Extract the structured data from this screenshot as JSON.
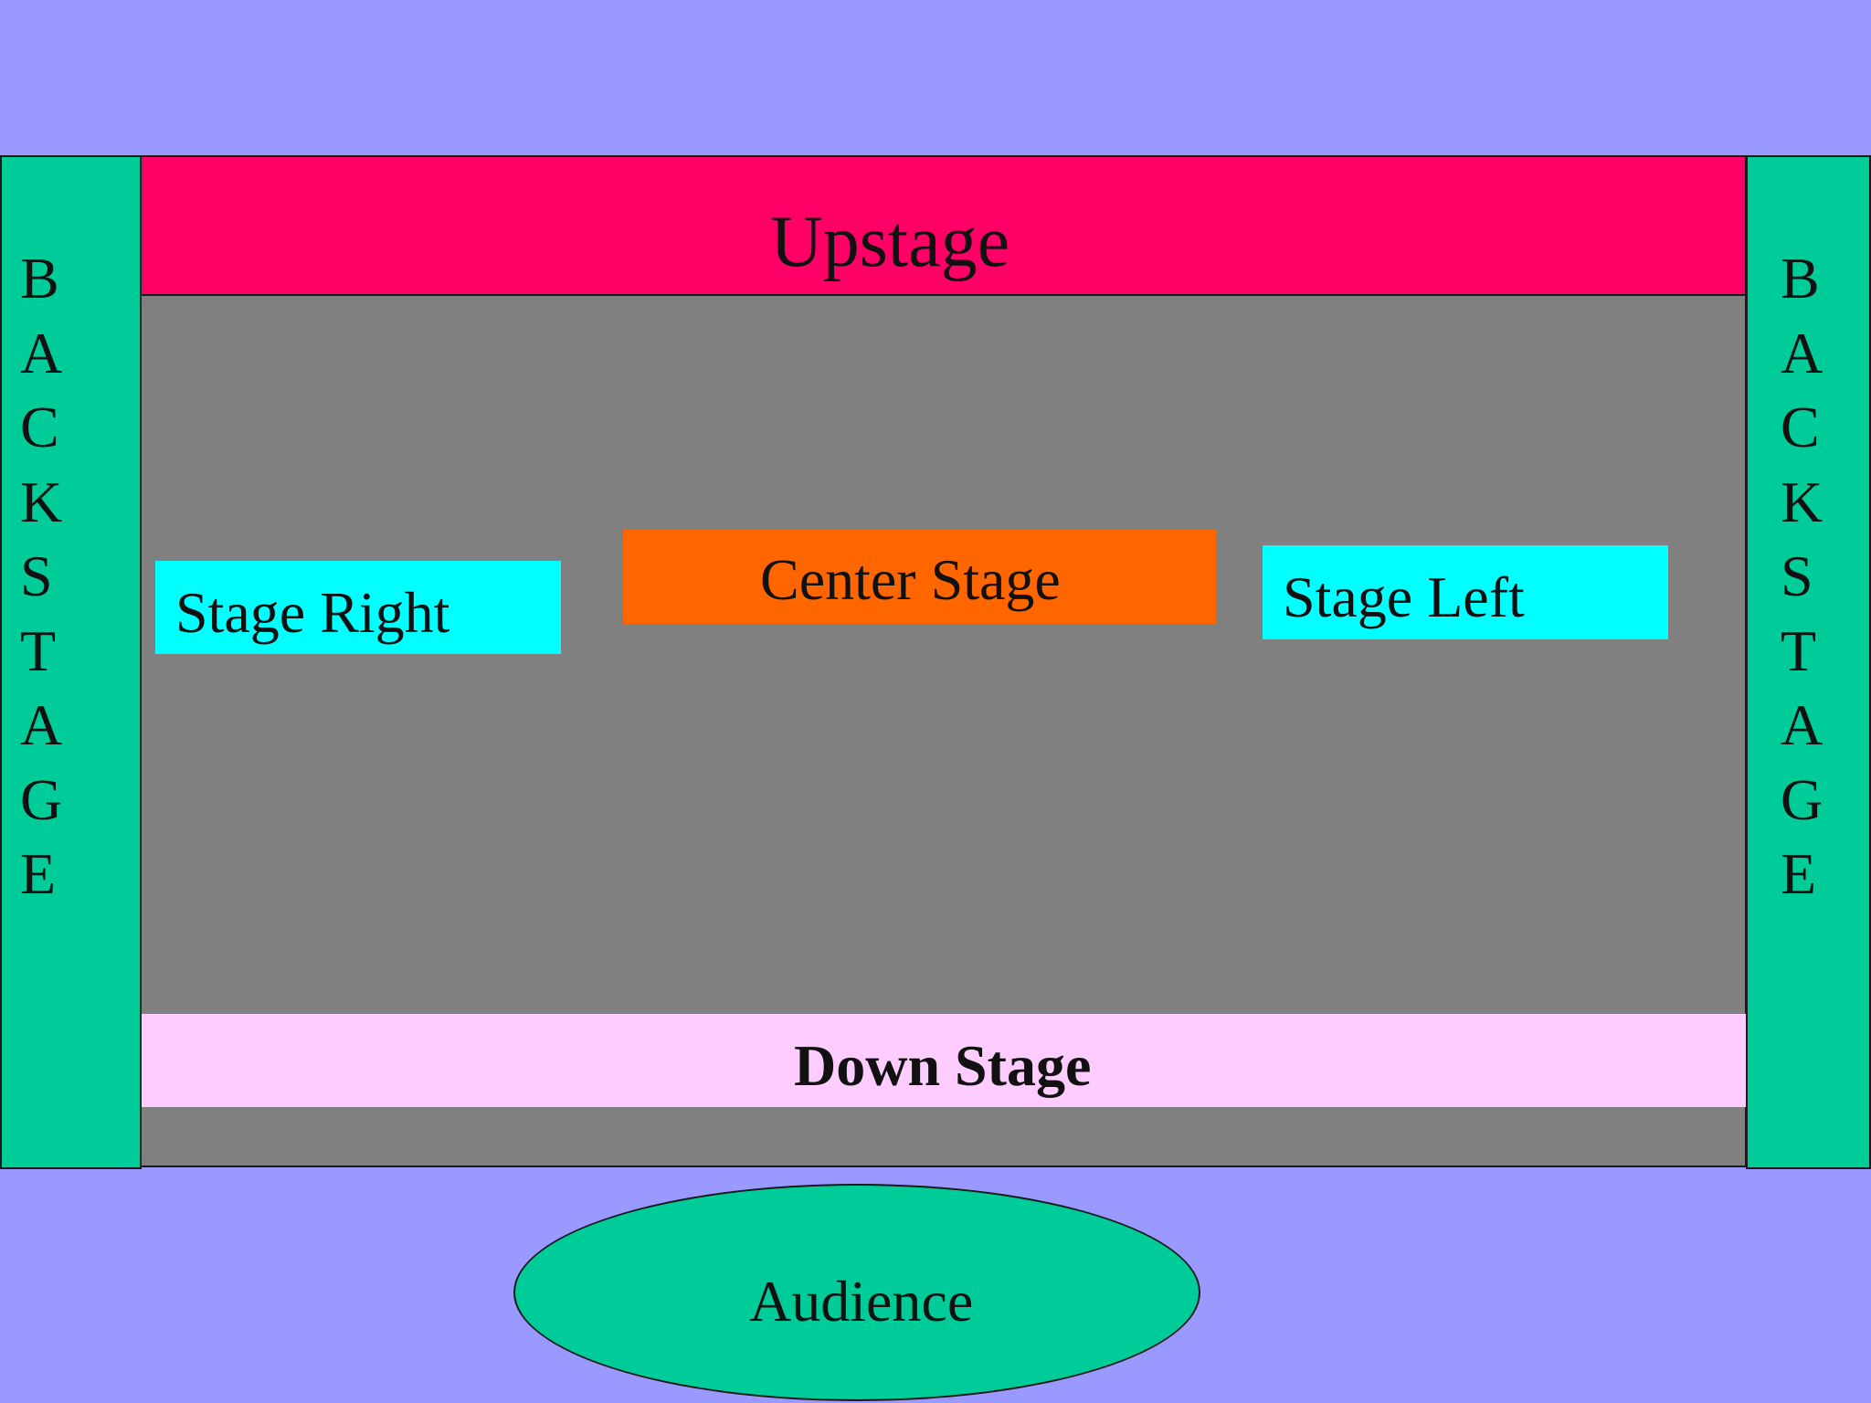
{
  "backstage_left": {
    "letters": [
      "B",
      "A",
      "C",
      "K",
      "S",
      "T",
      "A",
      "G",
      "E"
    ]
  },
  "backstage_right": {
    "letters": [
      "B",
      "A",
      "C",
      "K",
      "S",
      "T",
      "A",
      "G",
      "E"
    ]
  },
  "upstage": {
    "label": "Upstage",
    "color": "#ff0066"
  },
  "stage_right": {
    "label": "Stage Right",
    "color": "#00ffff"
  },
  "center_stage": {
    "label": "Center Stage",
    "color": "#ff6600"
  },
  "stage_left": {
    "label": "Stage Left",
    "color": "#00ffff"
  },
  "down_stage": {
    "label": "Down Stage",
    "color": "#ffccff"
  },
  "audience": {
    "label": "Audience",
    "color": "#00cc99"
  },
  "colors": {
    "background": "#9999ff",
    "stage_floor": "#808080",
    "backstage": "#00cc99"
  }
}
